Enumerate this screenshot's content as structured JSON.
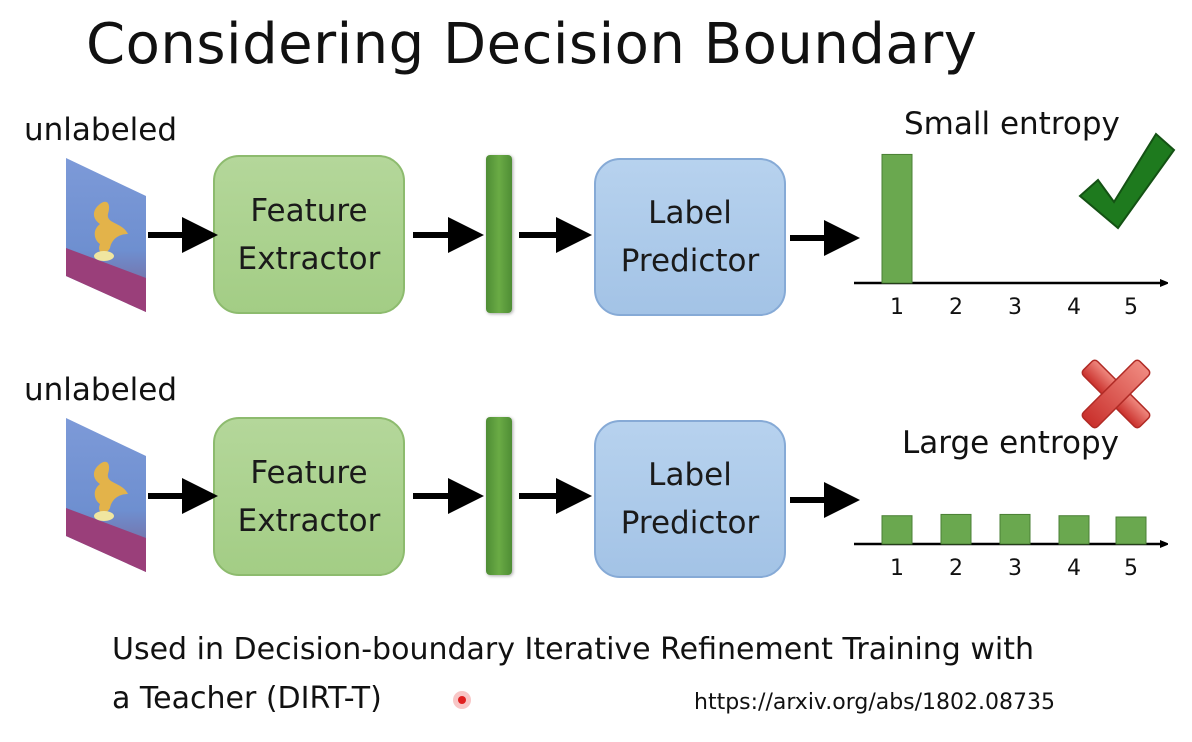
{
  "title": "Considering Decision Boundary",
  "rows": [
    {
      "input_label": "unlabeled",
      "feature_box": {
        "line1": "Feature",
        "line2": "Extractor"
      },
      "predictor_box": {
        "line1": "Label",
        "line2": "Predictor"
      },
      "entropy_label": "Small entropy",
      "mark": "check-icon"
    },
    {
      "input_label": "unlabeled",
      "feature_box": {
        "line1": "Feature",
        "line2": "Extractor"
      },
      "predictor_box": {
        "line1": "Label",
        "line2": "Predictor"
      },
      "entropy_label": "Large entropy",
      "mark": "cross-icon"
    }
  ],
  "chart_data": [
    {
      "type": "bar",
      "categories": [
        "1",
        "2",
        "3",
        "4",
        "5"
      ],
      "values": [
        1.0,
        0,
        0,
        0,
        0
      ],
      "title": "Small entropy",
      "ylim": [
        0,
        1.05
      ],
      "grid": false
    },
    {
      "type": "bar",
      "categories": [
        "1",
        "2",
        "3",
        "4",
        "5"
      ],
      "values": [
        0.22,
        0.23,
        0.23,
        0.22,
        0.21
      ],
      "title": "Large entropy",
      "ylim": [
        0,
        1.05
      ],
      "grid": false
    }
  ],
  "footer": {
    "line1": "Used in Decision-boundary Iterative Refinement Training with",
    "line2": "a Teacher (DIRT-T)",
    "url": "https://arxiv.org/abs/1802.08735"
  },
  "colors": {
    "bar": "#6aa84f",
    "feature_fill": "#a9d18e",
    "predictor_fill": "#a9c7e8",
    "check": "#1e7a1e",
    "cross": "#d9534f",
    "pointer": "#e02020"
  }
}
